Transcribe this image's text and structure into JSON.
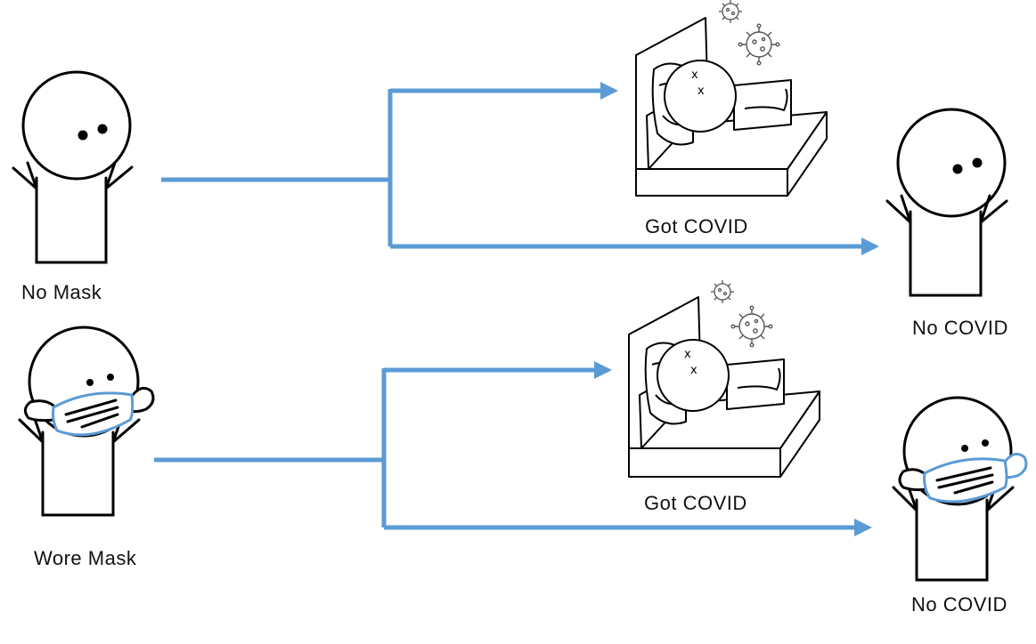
{
  "labels": {
    "no_mask": "No Mask",
    "wore_mask": "Wore Mask",
    "got_covid_top": "Got COVID",
    "no_covid_top": "No COVID",
    "got_covid_bottom": "Got COVID",
    "no_covid_bottom": "No COVID"
  },
  "sick_eyes": "x",
  "colors": {
    "arrow": "#5b9bd5",
    "mask": "#5b9bd5",
    "ink": "#000000",
    "virus": "#555555"
  },
  "icons": [
    "stick-figure",
    "face-mask",
    "bed",
    "virus-particle",
    "branch-arrow"
  ]
}
